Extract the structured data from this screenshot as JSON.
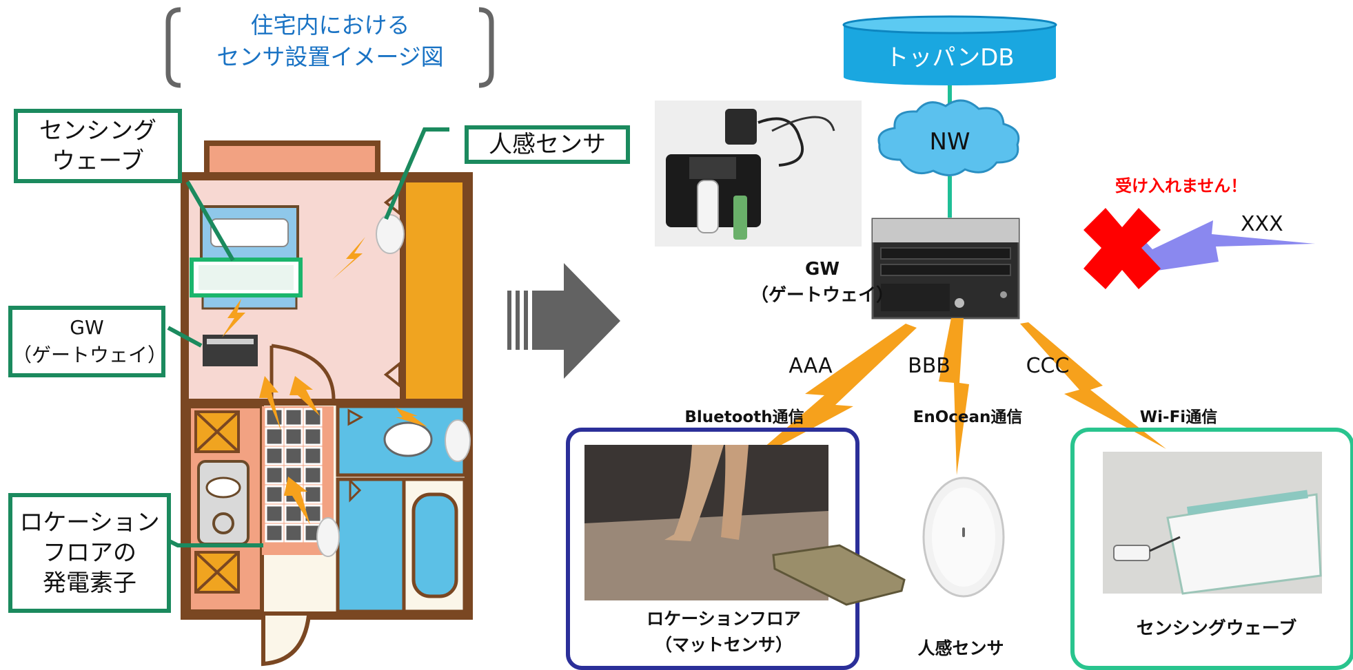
{
  "title": "住宅内における\nセンサ設置イメージ図",
  "floorplan_labels": {
    "sensing_wave": "センシング\nウェーブ",
    "motion_sensor": "人感センサ",
    "gw": "GW\n（ゲートウェイ）",
    "location_floor": "ロケーション\nフロアの\n発電素子"
  },
  "network": {
    "db_label": "トッパンDB",
    "cloud_label": "NW",
    "gw_label": "GW\n（ゲートウェイ）",
    "reject_text": "受け入れません！",
    "unknown_protocol": "XXX",
    "links": [
      {
        "code": "AAA",
        "protocol": "Bluetooth通信"
      },
      {
        "code": "BBB",
        "protocol": "EnOcean通信"
      },
      {
        "code": "CCC",
        "protocol": "Wi-Fi通信"
      }
    ]
  },
  "devices": {
    "floor": "ロケーションフロア\n（マットセンサ）",
    "motion": "人感センサ",
    "wave": "センシングウェーブ"
  },
  "colors": {
    "label_border": "#1b8a5e",
    "title_text": "#1a73c4",
    "db_fill": "#1aa7e0",
    "cloud_fill": "#5bc1ee",
    "link_line": "#1fbf96",
    "lightning": "#f6a11c",
    "reject": "#ff0000",
    "bluetooth_box": "#2b2f99",
    "wifi_box": "#29c48e"
  }
}
